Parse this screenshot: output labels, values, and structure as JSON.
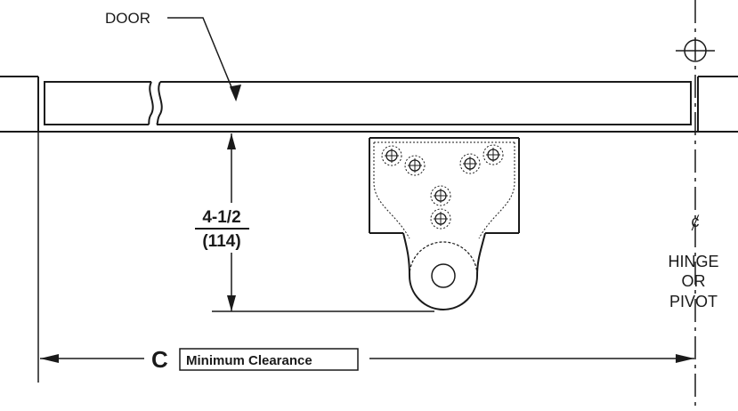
{
  "labels": {
    "door": "DOOR",
    "dimension_inches": "4-1/2",
    "dimension_mm": "(114)",
    "clearance_letter": "C",
    "clearance_text": "Minimum Clearance",
    "centerline_symbol": "ȼ",
    "hinge_line1": "HINGE",
    "hinge_line2": "OR",
    "hinge_line3": "PIVOT"
  },
  "colors": {
    "line": "#1a1a1a",
    "background": "#ffffff"
  }
}
